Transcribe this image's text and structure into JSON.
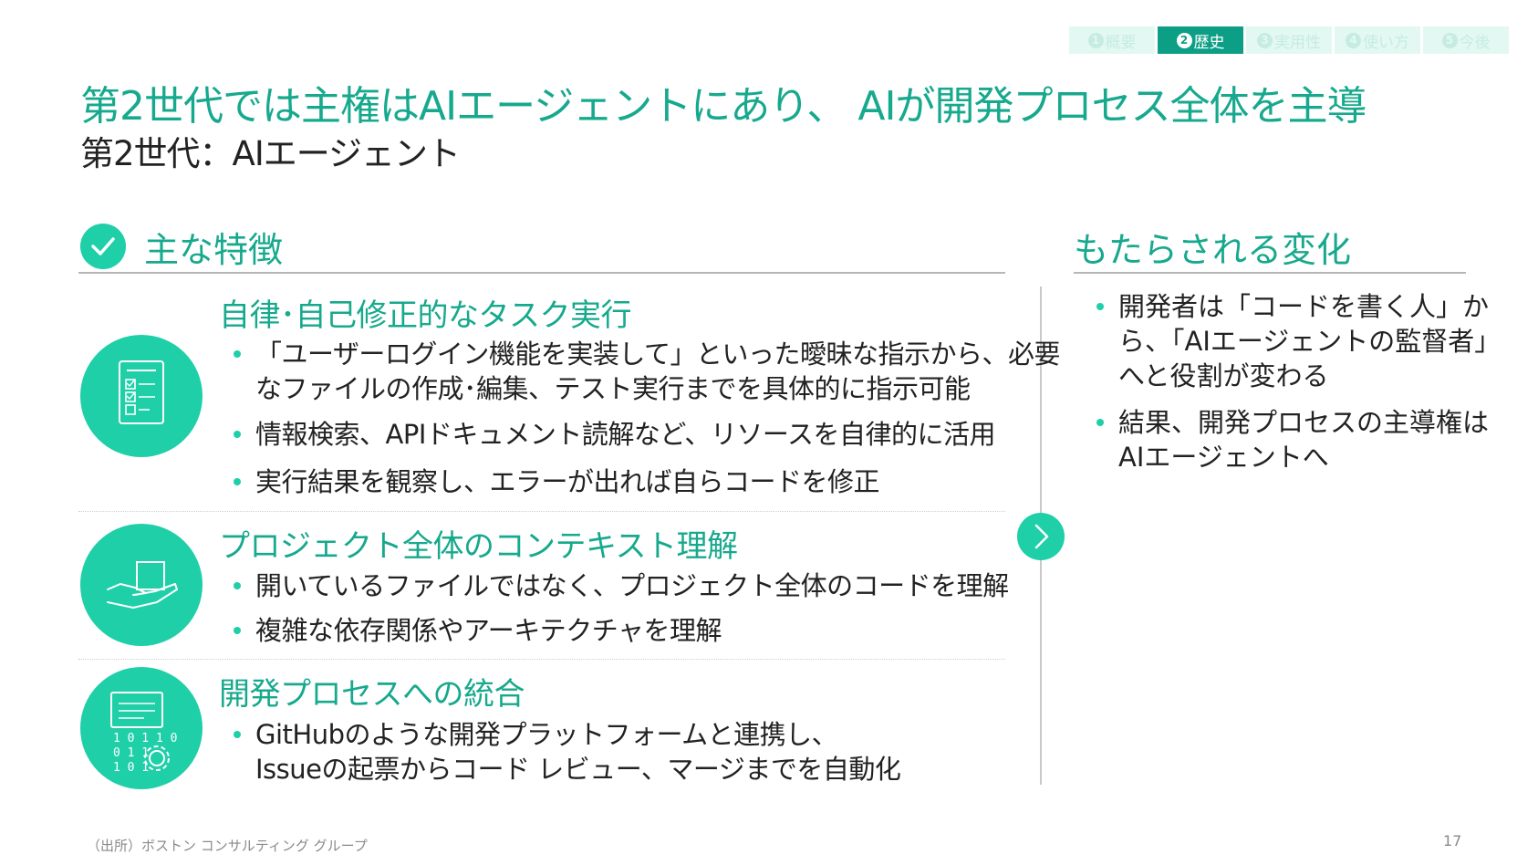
{
  "nav": {
    "tabs": [
      {
        "num": "1",
        "label": "概要",
        "active": false
      },
      {
        "num": "2",
        "label": "歴史",
        "active": true
      },
      {
        "num": "3",
        "label": "実用性",
        "active": false
      },
      {
        "num": "4",
        "label": "使い方",
        "active": false
      },
      {
        "num": "5",
        "label": "今後",
        "active": false
      }
    ]
  },
  "title": "第2世代では主権はAIエージェントにあり、 AIが開発プロセス全体を主導",
  "subtitle": "第2世代：AIエージェント",
  "left": {
    "heading": "主な特徴",
    "sections": [
      {
        "title": "自律･自己修正的なタスク実行",
        "icon": "checklist-document-icon",
        "bullets": [
          [
            "「ユーザーログイン機能を実装して」といった曖昧な指示から、必要",
            "なファイルの作成･編集、テスト実行までを具体的に指示可能"
          ],
          [
            "情報検索、APIドキュメント読解など、リソースを自律的に活用"
          ],
          [
            "実行結果を観察し、エラーが出れば自らコードを修正"
          ]
        ]
      },
      {
        "title": "プロジェクト全体のコンテキスト理解",
        "icon": "hand-holding-box-icon",
        "bullets": [
          [
            "開いているファイルではなく、プロジェクト全体のコードを理解"
          ],
          [
            "複雑な依存関係やアーキテクチャを理解"
          ]
        ]
      },
      {
        "title": "開発プロセスへの統合",
        "icon": "binary-code-gear-icon",
        "bullets": [
          [
            "GitHubのような開発プラットフォームと連携し、",
            "Issueの起票からコード レビュー、マージまでを自動化"
          ]
        ]
      }
    ]
  },
  "right": {
    "heading": "もたらされる変化",
    "bullets": [
      "開発者は「コードを書く人」から、「AIエージェントの監督者」へと役割が変わる",
      "結果、開発プロセスの主導権はAIエージェントへ"
    ]
  },
  "footnote": "（出所）ボストン コンサルティング グループ",
  "page_number": "17",
  "colors": {
    "accent": "#1fcfa8",
    "title_green": "#17a98d",
    "tab_active": "#0d9f86",
    "tab_inactive": "#e3f8f2"
  }
}
